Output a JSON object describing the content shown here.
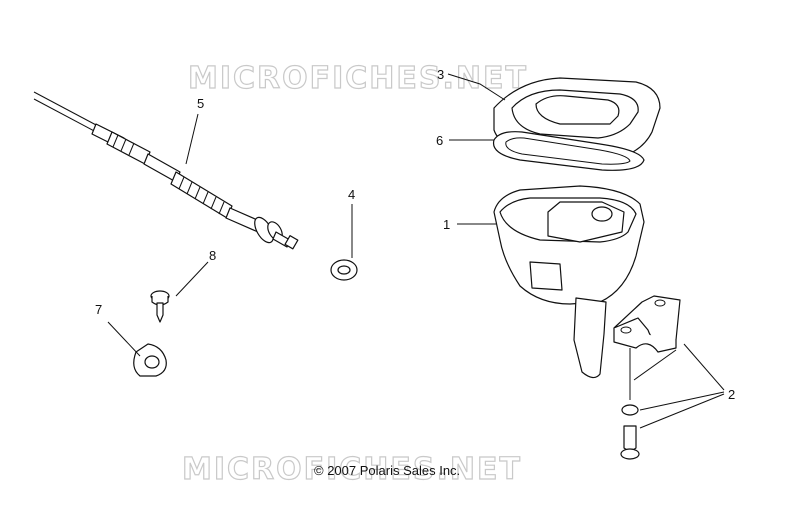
{
  "watermark": {
    "top": "MICROFICHES.NET",
    "bottom": "MICROFICHES.NET"
  },
  "copyright": "© 2007 Polaris Sales Inc.",
  "callouts": {
    "c1": "1",
    "c2": "2",
    "c3": "3",
    "c4": "4",
    "c5": "5",
    "c6": "6",
    "c7": "7",
    "c8": "8"
  }
}
